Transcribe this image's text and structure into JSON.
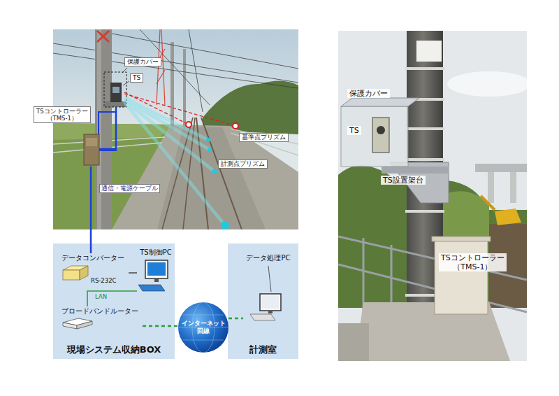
{
  "diagram": {
    "nodes": [
      {
        "text": [
          "TSコントローラー （TMS-1）"
        ]
      },
      {
        "text": [
          "現場システム収納BOX"
        ]
      },
      {
        "text": [
          "データコンバーター"
        ],
        "in": 1
      },
      {
        "text": [
          "TS制御PC"
        ],
        "in": 1
      },
      {
        "text": [
          "ブロードバンドルーター"
        ],
        "in": 1
      },
      {
        "text": [
          "インターネット 回線"
        ]
      },
      {
        "text": [
          "計測室"
        ]
      },
      {
        "text": [
          "データ処理PC"
        ],
        "in": 6
      }
    ],
    "edges": [
      {
        "from": 0,
        "to": 2,
        "label": "通信・電源ケーブル",
        "arrow": "none"
      },
      {
        "from": 2,
        "to": 3,
        "label": "RS-232C",
        "arrow": "none"
      },
      {
        "from": 3,
        "to": 4,
        "label": "LAN",
        "arrow": "none"
      },
      {
        "from": 4,
        "to": 5,
        "arrow": "none"
      },
      {
        "from": 5,
        "to": 7,
        "arrow": "none"
      }
    ],
    "labels": [
      "保護カバー",
      "TS",
      "基準点プリズム",
      "計測点プリズム",
      "保護カバー",
      "TS",
      "TS設置架台",
      "TSコントローラー （TMS-1）"
    ]
  }
}
